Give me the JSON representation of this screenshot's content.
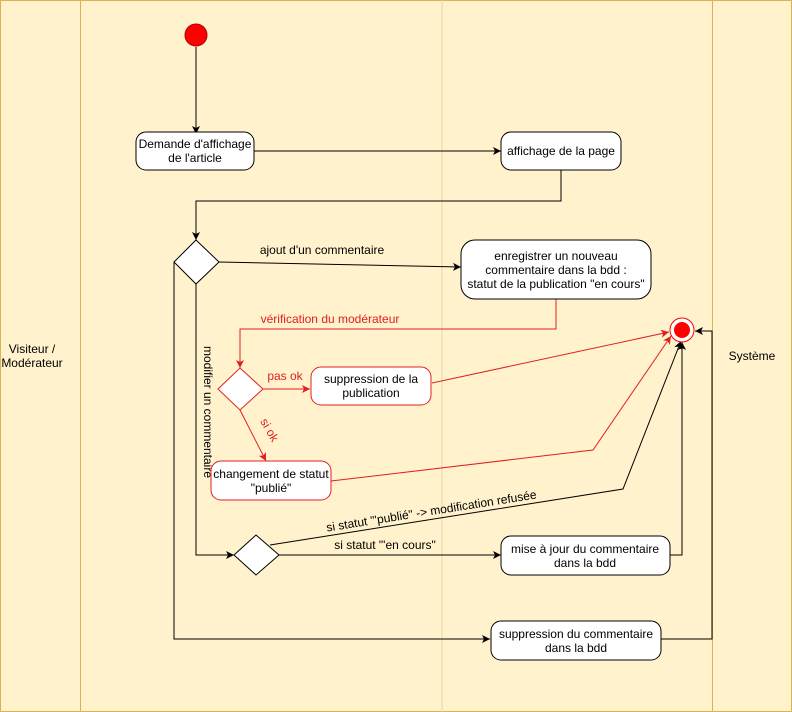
{
  "lanes": {
    "left_label": "Visiteur /\nModérateur",
    "right_label": "Système"
  },
  "nodes": {
    "demande": "Demande d'affichage\nde l'article",
    "affichage": "affichage de la page",
    "enregistrer": "enregistrer un nouveau\ncommentaire dans la bdd :\nstatut de la publication \"en cours\"",
    "suppression_pub": "suppression de la\npublication",
    "changement": "changement de statut\n\"publié\"",
    "mise_a_jour": "mise à jour du commentaire\ndans la bdd",
    "suppression_com": "suppression du commentaire\ndans la bdd"
  },
  "edges": {
    "ajout": "ajout d'un commentaire",
    "verification": "vérification du modérateur",
    "pas_ok": "pas ok",
    "si_ok": "si ok",
    "modifier": "modifier un commentaire",
    "statut_publie": "si statut \"'publié\" -> modification refusée",
    "statut_en_cours": "si statut \"'en cours\""
  },
  "colors": {
    "lane_fill": "#fff2cc",
    "lane_border": "#d6b656",
    "start_fill": "#ff0000",
    "moderation": "#e02020"
  }
}
